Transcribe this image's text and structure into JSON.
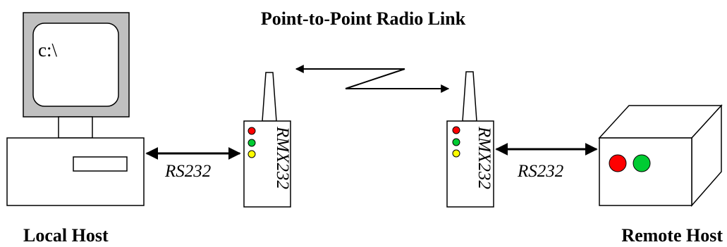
{
  "title": "Point-to-Point Radio Link",
  "local_host": {
    "label": "Local Host",
    "screen_text": "c:\\"
  },
  "remote_host": {
    "label": "Remote Host",
    "leds": [
      "#ff0000",
      "#00cc33"
    ]
  },
  "link_left": {
    "label": "RS232"
  },
  "link_right": {
    "label": "RS232"
  },
  "radio_left": {
    "label": "RMX232",
    "leds": [
      "#ff0000",
      "#00cc33",
      "#ffff00"
    ]
  },
  "radio_right": {
    "label": "RMX232",
    "leds": [
      "#ff0000",
      "#00cc33",
      "#ffff00"
    ]
  },
  "colors": {
    "monitor_frame": "#c0c0c0",
    "line": "#000000",
    "background": "#ffffff"
  }
}
